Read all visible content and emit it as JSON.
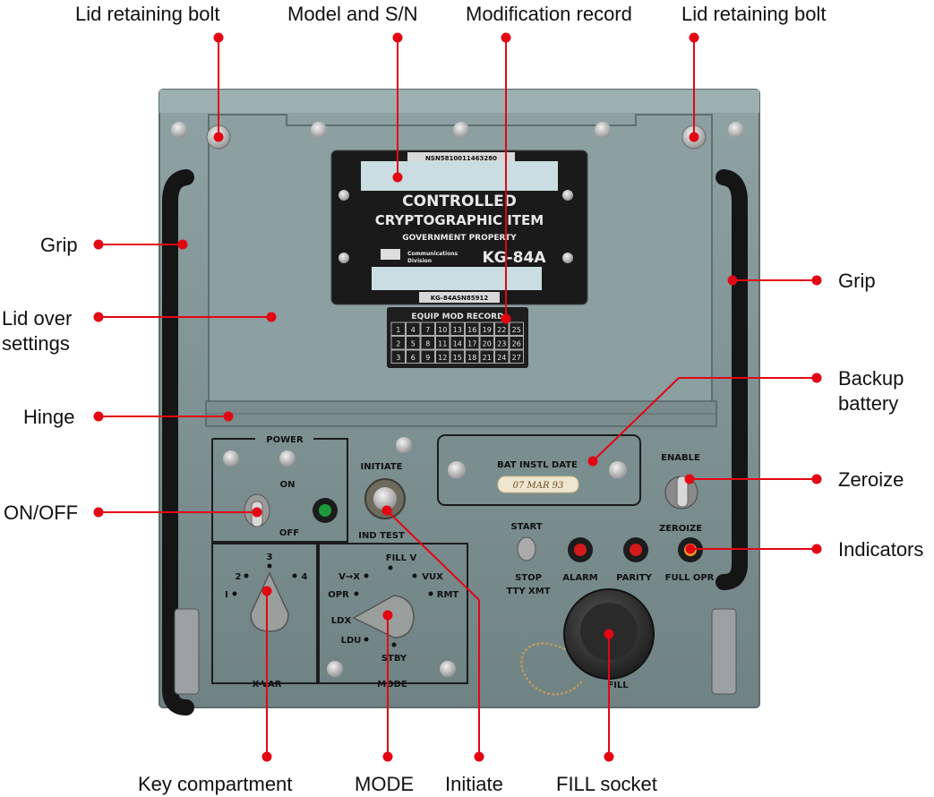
{
  "callouts": {
    "lid_bolt_left": "Lid retaining bolt",
    "model_sn": "Model and S/N",
    "mod_record": "Modification record",
    "lid_bolt_right": "Lid retaining bolt",
    "grip_left": "Grip",
    "grip_right": "Grip",
    "lid_over_settings_1": "Lid over",
    "lid_over_settings_2": "settings",
    "hinge": "Hinge",
    "backup_battery_1": "Backup",
    "backup_battery_2": "battery",
    "on_off": "ON/OFF",
    "zeroize": "Zeroize",
    "indicators": "Indicators",
    "key_compartment": "Key compartment",
    "mode": "MODE",
    "initiate": "Initiate",
    "fill_socket": "FILL socket"
  },
  "plate": {
    "nsn": "NSN5810011463280",
    "line1": "CONTROLLED",
    "line2": "CRYPTOGRAPHIC ITEM",
    "line3": "GOVERNMENT PROPERTY",
    "maker_1": "Communications",
    "maker_2": "Division",
    "model": "KG-84A",
    "serial": "KG-84ASN85912"
  },
  "mod_record": {
    "title": "EQUIP MOD RECORD",
    "rows": [
      [
        "1",
        "4",
        "7",
        "10",
        "13",
        "16",
        "19",
        "22",
        "25"
      ],
      [
        "2",
        "5",
        "8",
        "11",
        "14",
        "17",
        "20",
        "23",
        "26"
      ],
      [
        "3",
        "6",
        "9",
        "12",
        "15",
        "18",
        "21",
        "24",
        "27"
      ]
    ]
  },
  "panel": {
    "power": "POWER",
    "on": "ON",
    "off": "OFF",
    "initiate": "INITIATE",
    "ind_test": "IND TEST",
    "bat_instl_date": "BAT INSTL DATE",
    "bat_date_value": "07 MAR 93",
    "enable": "ENABLE",
    "zeroize": "ZEROIZE",
    "start": "START",
    "stop": "STOP",
    "tty_xmt": "TTY XMT",
    "alarm": "ALARM",
    "parity": "PARITY",
    "full_opr": "FULL OPR",
    "xvar": "X-VAR",
    "xvar_pos": [
      "I",
      "2",
      "3",
      "4"
    ],
    "mode_title": "MODE",
    "fill_v": "FILL V",
    "v_x": "V→X",
    "vux": "VUX",
    "opr": "OPR",
    "rmt": "RMT",
    "ldx": "LDX",
    "ldu": "LDU",
    "stby": "STBY",
    "fill": "FILL"
  },
  "colors": {
    "callout": "#e30613",
    "chassis": "#7f9294",
    "lid": "#8a9c9e",
    "plate": "#1a1a1a",
    "alarm_led": "#d41a1a",
    "full_opr_led": "#f0a020",
    "power_led": "#1c9a3a"
  }
}
